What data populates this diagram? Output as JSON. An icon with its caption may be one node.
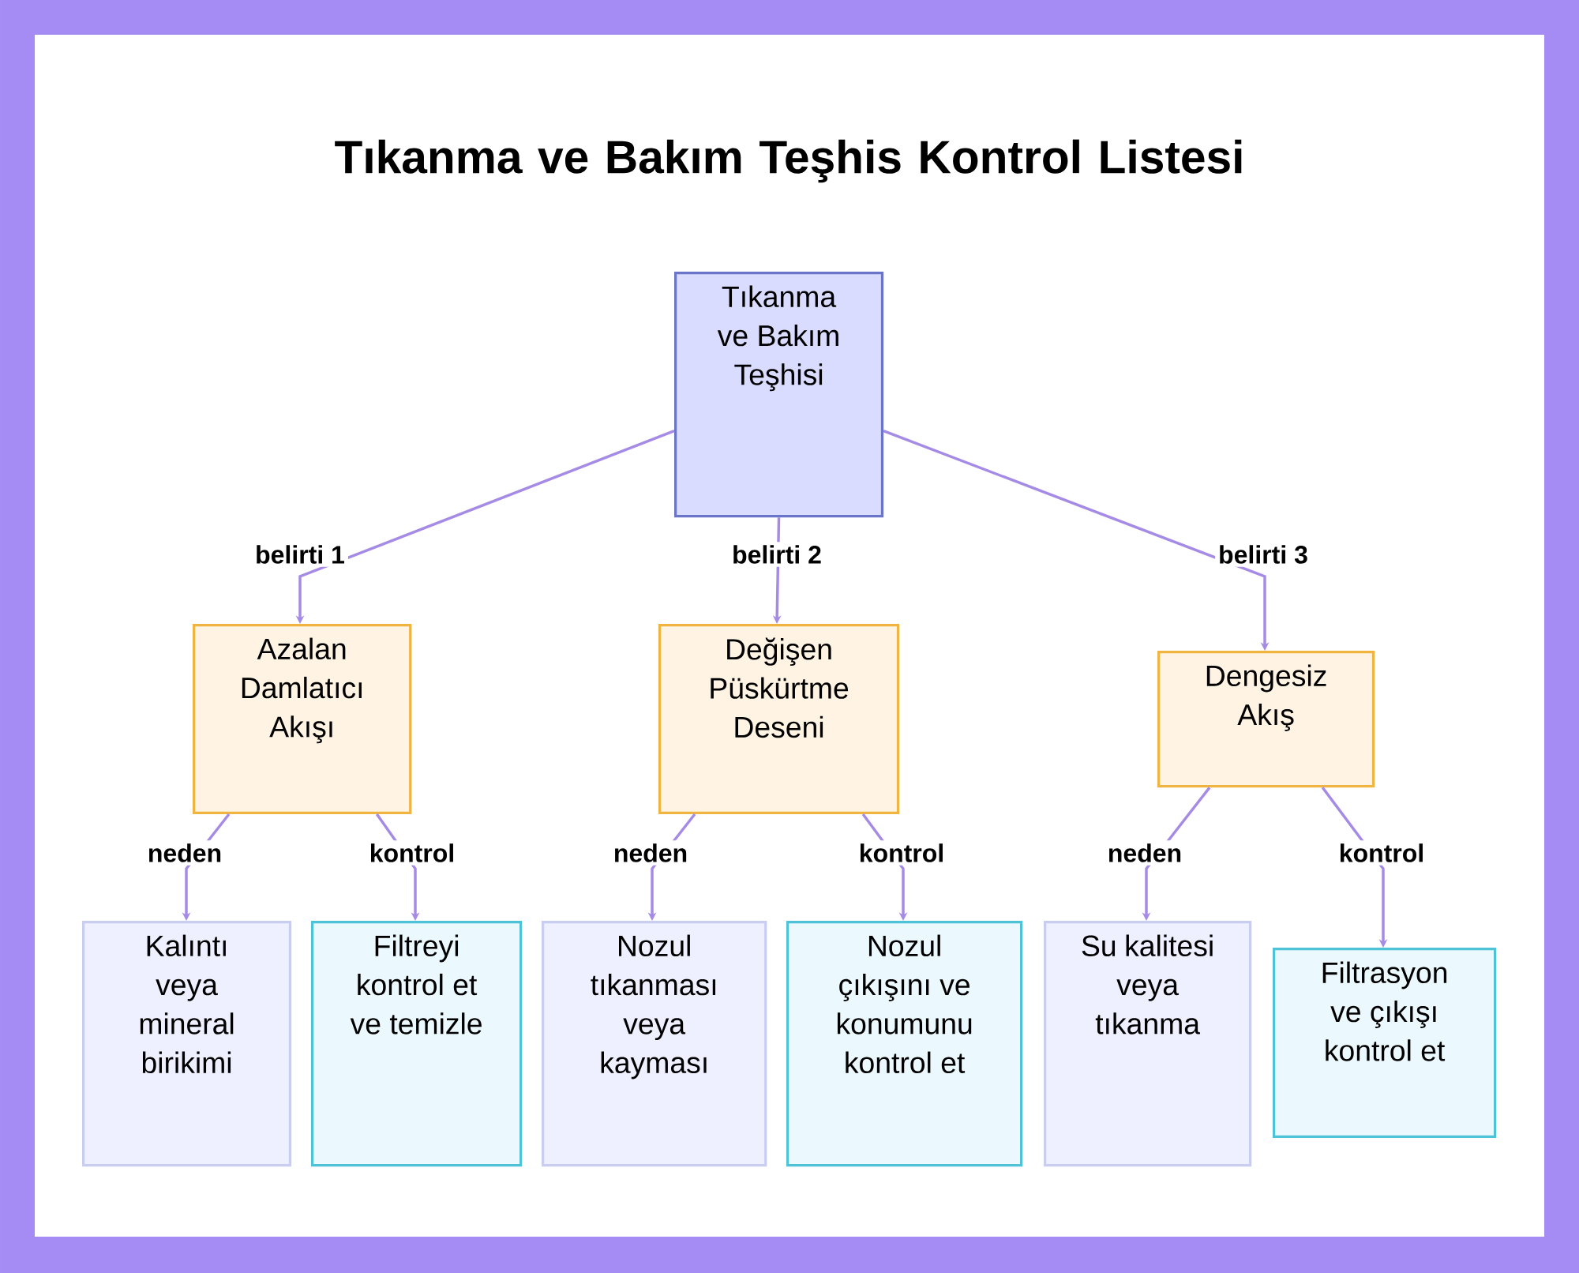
{
  "diagram": {
    "title": "Tıkanma ve Bakım Teşhis Kontrol Listesi",
    "nodes": [
      {
        "text": [
          "Tıkanma ve Bakım Teşhisi"
        ]
      },
      {
        "text": [
          "Azalan Damlatıcı Akışı"
        ]
      },
      {
        "text": [
          "Değişen Püskürtme Deseni"
        ]
      },
      {
        "text": [
          "Dengesiz Akış"
        ]
      },
      {
        "text": [
          "Kalıntı veya mineral birikimi"
        ]
      },
      {
        "text": [
          "Filtreyi kontrol et ve temizle"
        ]
      },
      {
        "text": [
          "Nozul tıkanması veya kayması"
        ]
      },
      {
        "text": [
          "Nozul çıkışını ve konumunu kontrol et"
        ]
      },
      {
        "text": [
          "Su kalitesi veya tıkanma"
        ]
      },
      {
        "text": [
          "Filtrasyon ve çıkışı kontrol et"
        ]
      }
    ],
    "edges": [
      {
        "from": 0,
        "to": 1,
        "arrow": "to",
        "label": "belirti 1"
      },
      {
        "from": 0,
        "to": 2,
        "arrow": "to",
        "label": "belirti 2"
      },
      {
        "from": 0,
        "to": 3,
        "arrow": "to",
        "label": "belirti 3"
      },
      {
        "from": 1,
        "to": 4,
        "arrow": "to",
        "label": "neden"
      },
      {
        "from": 1,
        "to": 5,
        "arrow": "to",
        "label": "kontrol"
      },
      {
        "from": 2,
        "to": 6,
        "arrow": "to",
        "label": "neden"
      },
      {
        "from": 2,
        "to": 7,
        "arrow": "to",
        "label": "kontrol"
      },
      {
        "from": 3,
        "to": 8,
        "arrow": "to",
        "label": "neden"
      },
      {
        "from": 3,
        "to": 9,
        "arrow": "to",
        "label": "kontrol"
      }
    ]
  }
}
